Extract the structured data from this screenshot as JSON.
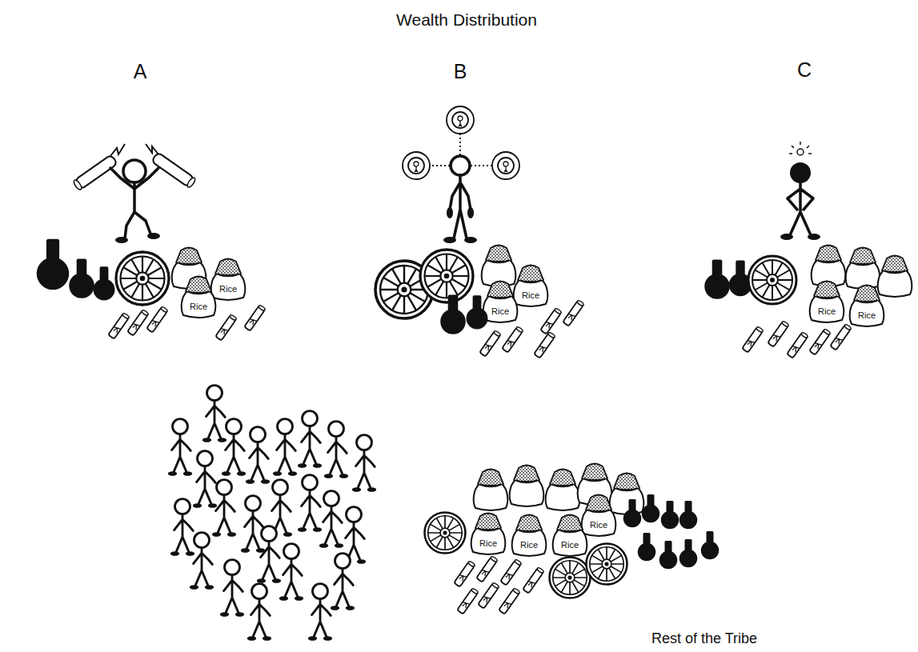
{
  "diagram": {
    "title": "Wealth Distribution",
    "labels": [
      "A",
      "B",
      "C",
      "Rice",
      "Rice",
      "Rice",
      "Rice",
      "Rice",
      "Rice",
      "Rice",
      "Rice",
      "Rice",
      "Rice",
      "Rest of the Tribe"
    ]
  }
}
